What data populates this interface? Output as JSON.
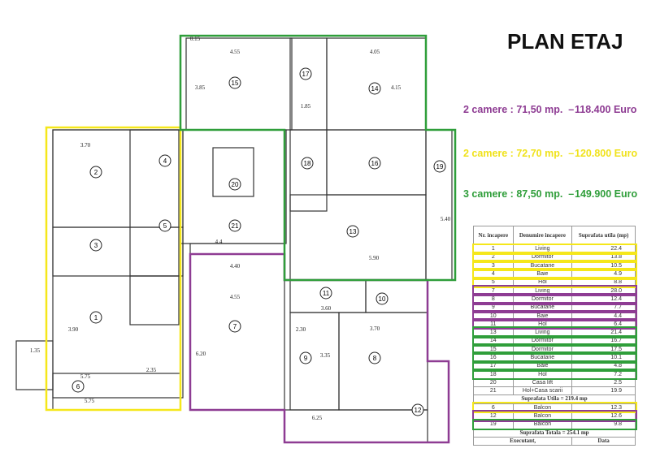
{
  "title": "PLAN ETAJ",
  "colors": {
    "yellow": "#f5e71a",
    "purple": "#8e3c93",
    "green": "#2f9e3a"
  },
  "offers": [
    {
      "text": "2 camere : 71,50 mp.  –",
      "price": "118.400 Euro",
      "color": "#8e3c93"
    },
    {
      "text": "2 camere : 72,70 mp.  –",
      "price": "120.800 Euro",
      "color": "#f0e21b"
    },
    {
      "text": "3 camere : 87,50 mp.  –",
      "price": "149.900 Euro",
      "color": "#2f9e3a"
    }
  ],
  "table": {
    "headers": [
      "Nr. incapere",
      "Denumire incapere",
      "Suprafata utila (mp)"
    ],
    "rows": [
      {
        "nr": "1",
        "name": "Living",
        "area": "22.4",
        "group": "yellow"
      },
      {
        "nr": "2",
        "name": "Dormitor",
        "area": "13.8",
        "group": "yellow"
      },
      {
        "nr": "3",
        "name": "Bucatarie",
        "area": "10.5",
        "group": "yellow"
      },
      {
        "nr": "4",
        "name": "Baie",
        "area": "4.9",
        "group": "yellow"
      },
      {
        "nr": "5",
        "name": "Hol",
        "area": "8.8",
        "group": "yellow"
      },
      {
        "nr": "7",
        "name": "Living",
        "area": "28.0",
        "group": "purple"
      },
      {
        "nr": "8",
        "name": "Dormitor",
        "area": "12.4",
        "group": "purple"
      },
      {
        "nr": "9",
        "name": "Bucatarie",
        "area": "7.7",
        "group": "purple"
      },
      {
        "nr": "10",
        "name": "Baie",
        "area": "4.4",
        "group": "purple"
      },
      {
        "nr": "11",
        "name": "Hol",
        "area": "6.4",
        "group": "purple"
      },
      {
        "nr": "13",
        "name": "Living",
        "area": "21.4",
        "group": "green"
      },
      {
        "nr": "14",
        "name": "Dormitor",
        "area": "16.7",
        "group": "green"
      },
      {
        "nr": "15",
        "name": "Dormitor",
        "area": "17.5",
        "group": "green"
      },
      {
        "nr": "16",
        "name": "Bucatarie",
        "area": "10.1",
        "group": "green"
      },
      {
        "nr": "17",
        "name": "Baie",
        "area": "4.8",
        "group": "green"
      },
      {
        "nr": "18",
        "name": "Hol",
        "area": "7.2",
        "group": "green"
      },
      {
        "nr": "20",
        "name": "Casa lift",
        "area": "2.5",
        "group": ""
      },
      {
        "nr": "21",
        "name": "Hol+Casa scarii",
        "area": "19.9",
        "group": ""
      }
    ],
    "useful_total": "Suprafata Utila = 219.4 mp",
    "balconies": [
      {
        "nr": "6",
        "name": "Balcon",
        "area": "12.3",
        "group": "yellow"
      },
      {
        "nr": "12",
        "name": "Balcon",
        "area": "12.6",
        "group": "purple"
      },
      {
        "nr": "19",
        "name": "Balcon",
        "area": "9.8",
        "group": "green"
      }
    ],
    "grand_total": "Suprafata Totala = 254.1 mp",
    "footer": [
      "Executant,",
      "Data"
    ]
  },
  "rooms": [
    "1",
    "2",
    "3",
    "4",
    "5",
    "6",
    "7",
    "8",
    "9",
    "10",
    "11",
    "12",
    "13",
    "14",
    "15",
    "16",
    "17",
    "18",
    "19",
    "20",
    "21"
  ],
  "dimensions": [
    "4.55",
    "4.05",
    "3.70",
    "5.75",
    "4.40",
    "4.55",
    "3.70",
    "5.90",
    "6.25",
    "4.4",
    "1.85",
    "2.30",
    "3.60",
    "1.35",
    "5.75",
    "2.35",
    "3.85",
    "4.15",
    "3.90",
    "6.20",
    "3.35",
    "5.40",
    "0.15"
  ]
}
